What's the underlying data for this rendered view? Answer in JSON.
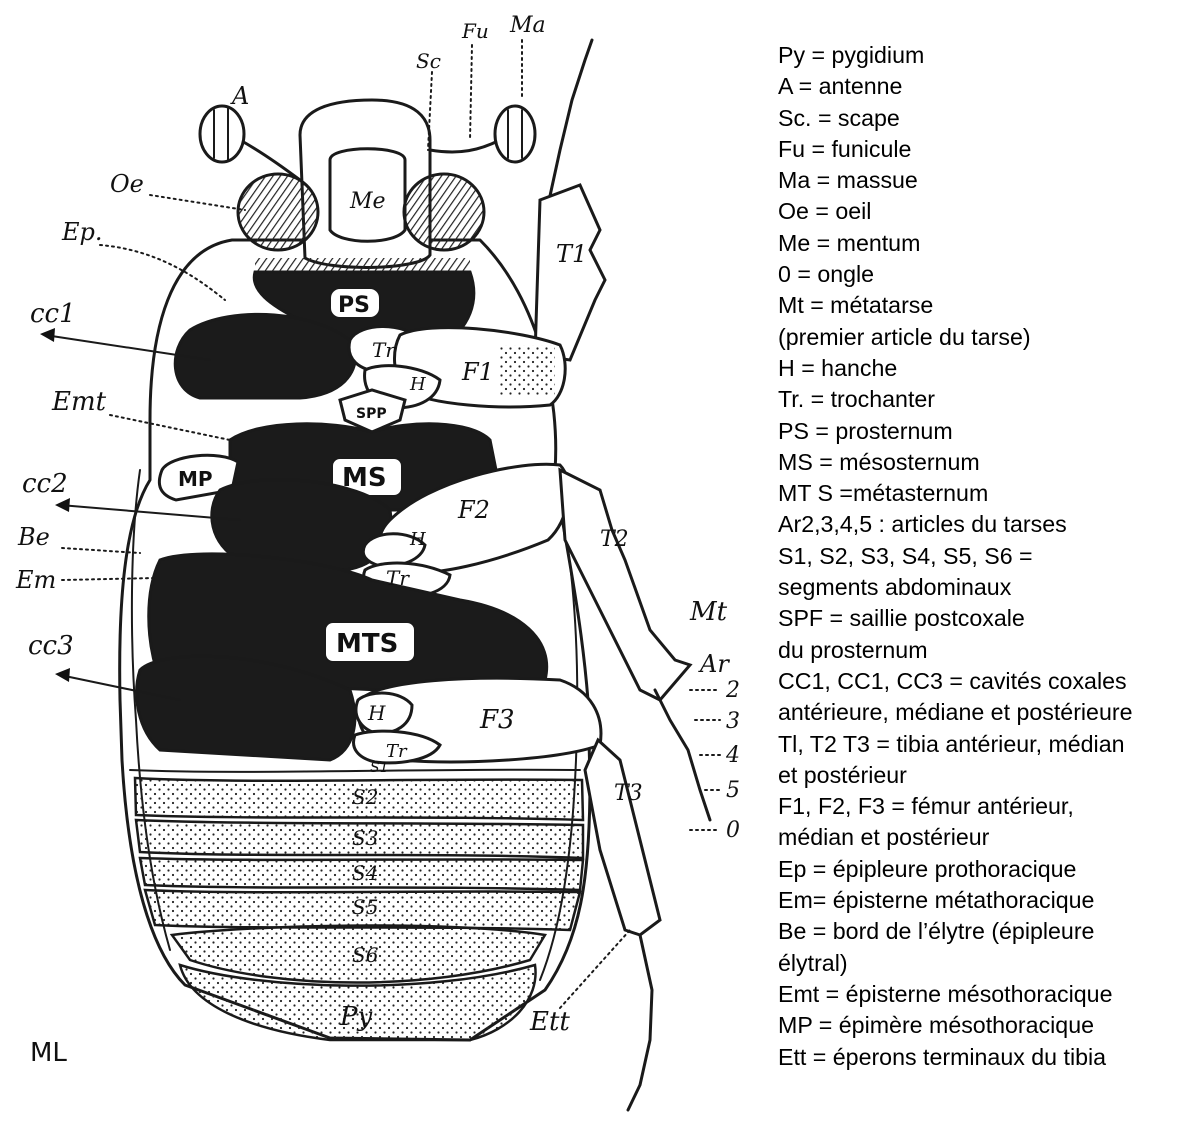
{
  "signature": "ML",
  "figure_labels": {
    "A": "A",
    "Sc": "Sc",
    "Fu": "Fu",
    "Ma": "Ma",
    "Oe": "Oe",
    "Ep": "Ep.",
    "Me": "Me",
    "T1": "T1",
    "PS": "PS",
    "Tr": "Tr",
    "H": "H",
    "F1": "F1",
    "SPP": "SPP",
    "Emt": "Emt",
    "MS": "MS",
    "MP": "MP",
    "CC1": "cc1",
    "CC2": "cc2",
    "CC3": "cc3",
    "Be": "Be",
    "Em": "Em",
    "F2": "F2",
    "T2": "T2",
    "MTS": "MTS",
    "F3": "F3",
    "Mt": "Mt",
    "Ar": "Ar",
    "n2": "2",
    "n3": "3",
    "n4": "4",
    "n5": "5",
    "n0": "0",
    "S1": "S1",
    "S2": "S2",
    "S3": "S3",
    "S4": "S4",
    "S5": "S5",
    "S6": "S6",
    "T3": "T3",
    "Py": "Py",
    "Ett": "Ett"
  },
  "legend": [
    "Py = pygidium",
    "A = antenne",
    "Sc. = scape",
    "Fu = funicule",
    "Ma = massue",
    "Oe = oeil",
    "Me = mentum",
    "0 = ongle",
    "Mt = métatarse",
    "(premier article du tarse)",
    "H = hanche",
    "Tr. = trochanter",
    "PS = prosternum",
    "MS = mésosternum",
    "MT S =métasternum",
    "Ar2,3,4,5 : articles du tarses",
    "S1, S2, S3, S4, S5, S6 =",
    "segments abdominaux",
    "SPF = saillie postcoxale",
    "du prosternum",
    "CC1, CC1, CC3 = cavités coxales",
    "antérieure, médiane et postérieure",
    "Tl, T2 T3 = tibia antérieur, médian",
    "et postérieur",
    "F1, F2, F3 = fémur antérieur,",
    "médian et postérieur",
    "Ep = épipleure prothoracique",
    "Em= épisterne métathoracique",
    "Be = bord de l’élytre (épipleure",
    "élytral)",
    "Emt = épisterne mésothoracique",
    "MP = épimère mésothoracique",
    "Ett = éperons terminaux du tibia"
  ]
}
